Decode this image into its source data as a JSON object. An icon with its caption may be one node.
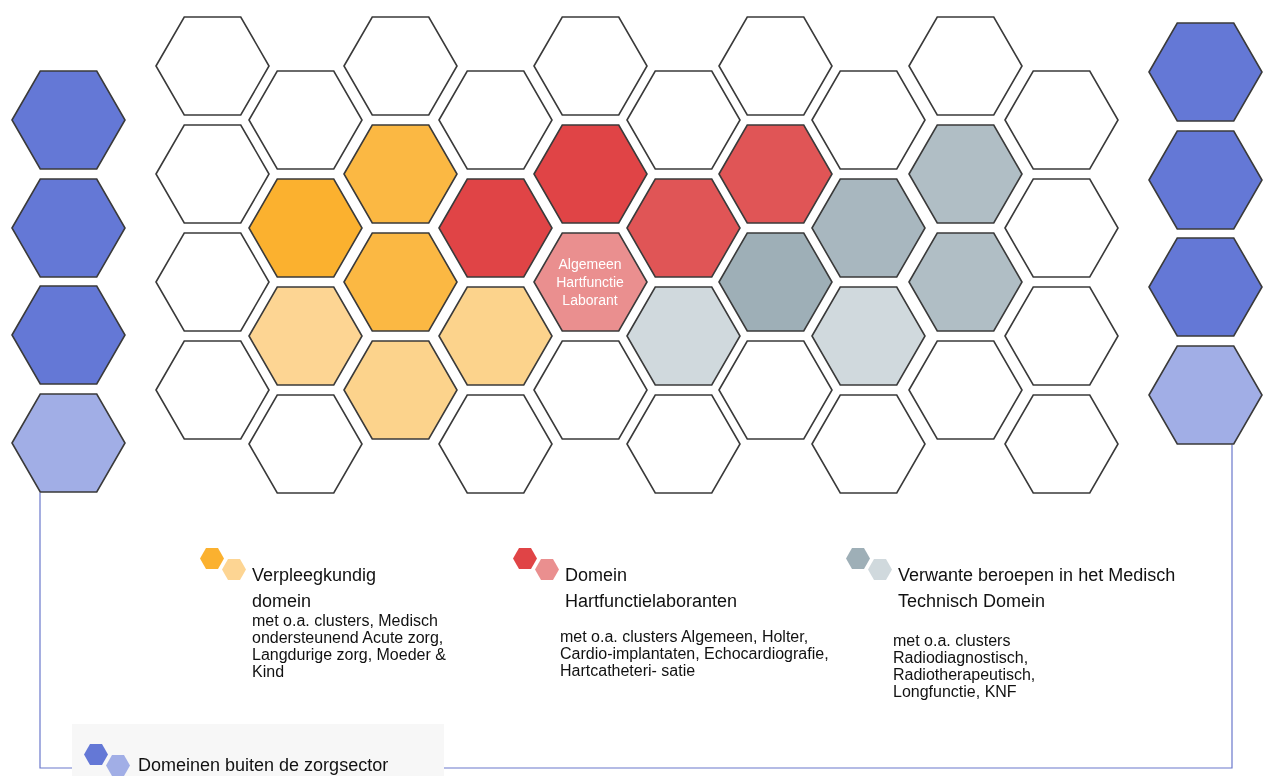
{
  "diagram": {
    "nodes": [
      {
        "text": [],
        "shape": "hexagon"
      },
      {
        "text": [],
        "shape": "hexagon"
      },
      {
        "text": [],
        "shape": "hexagon"
      },
      {
        "text": [],
        "shape": "hexagon"
      },
      {
        "text": [],
        "shape": "hexagon"
      },
      {
        "text": [],
        "shape": "hexagon"
      },
      {
        "text": [],
        "shape": "hexagon"
      },
      {
        "text": [],
        "shape": "hexagon"
      },
      {
        "text": [],
        "shape": "hexagon"
      },
      {
        "text": [],
        "shape": "hexagon"
      },
      {
        "text": [],
        "shape": "hexagon"
      },
      {
        "text": [],
        "shape": "hexagon"
      },
      {
        "text": [],
        "shape": "hexagon"
      },
      {
        "text": [],
        "shape": "hexagon"
      },
      {
        "text": [],
        "shape": "hexagon"
      },
      {
        "text": [],
        "shape": "hexagon"
      },
      {
        "text": [],
        "shape": "hexagon"
      },
      {
        "text": [],
        "shape": "hexagon"
      },
      {
        "text": [],
        "shape": "hexagon"
      },
      {
        "text": [],
        "shape": "hexagon"
      },
      {
        "text": [],
        "shape": "hexagon"
      },
      {
        "text": [],
        "shape": "hexagon"
      },
      {
        "text": [
          "Algemeen Hartfunctie Laborant"
        ]
      },
      {
        "text": [],
        "shape": "hexagon"
      },
      {
        "text": [],
        "shape": "hexagon"
      },
      {
        "text": [],
        "shape": "hexagon"
      },
      {
        "text": [],
        "shape": "hexagon"
      },
      {
        "text": [],
        "shape": "hexagon"
      },
      {
        "text": [],
        "shape": "hexagon"
      },
      {
        "text": [],
        "shape": "hexagon"
      },
      {
        "text": [],
        "shape": "hexagon"
      },
      {
        "text": [],
        "shape": "hexagon"
      },
      {
        "text": [],
        "shape": "hexagon"
      },
      {
        "text": [],
        "shape": "hexagon"
      },
      {
        "text": [],
        "shape": "hexagon"
      },
      {
        "text": [],
        "shape": "hexagon"
      },
      {
        "text": [],
        "shape": "hexagon"
      },
      {
        "text": [],
        "shape": "hexagon"
      },
      {
        "text": [],
        "shape": "hexagon"
      },
      {
        "text": [],
        "shape": "hexagon"
      },
      {
        "text": [],
        "shape": "hexagon"
      },
      {
        "text": [],
        "shape": "hexagon"
      },
      {
        "text": [],
        "shape": "hexagon"
      },
      {
        "text": [],
        "shape": "hexagon"
      },
      {
        "text": [],
        "shape": "hexagon"
      },
      {
        "text": [],
        "shape": "hexagon"
      },
      {
        "text": [],
        "shape": "hexagon"
      },
      {
        "text": [],
        "shape": "hexagon"
      },
      {
        "text": [
          "Domeinen buiten de zorgsector"
        ]
      }
    ],
    "edges": [
      {
        "from": 3,
        "to": 48,
        "arrow": "none"
      },
      {
        "from": 48,
        "to": 47,
        "arrow": "none"
      }
    ],
    "labels": [
      "met o.a. clusters, Medisch ondersteunend Acute zorg, Langdurige zorg, Moeder & Kind",
      "met o.a. clusters Algemeen, Holter, Cardio-implantaten, Echocardiografie, Hartcatheteri- satie",
      "met o.a. clusters Radiodiagnostisch, Radiotherapeutisch, Longfunctie, KNF"
    ],
    "legend": [
      {
        "text": "Verpleegkundig domein"
      },
      {
        "text": "Domein Hartfunctielaboranten"
      },
      {
        "text": "Verwante beroepen in het Medisch Technisch Domein"
      }
    ]
  }
}
